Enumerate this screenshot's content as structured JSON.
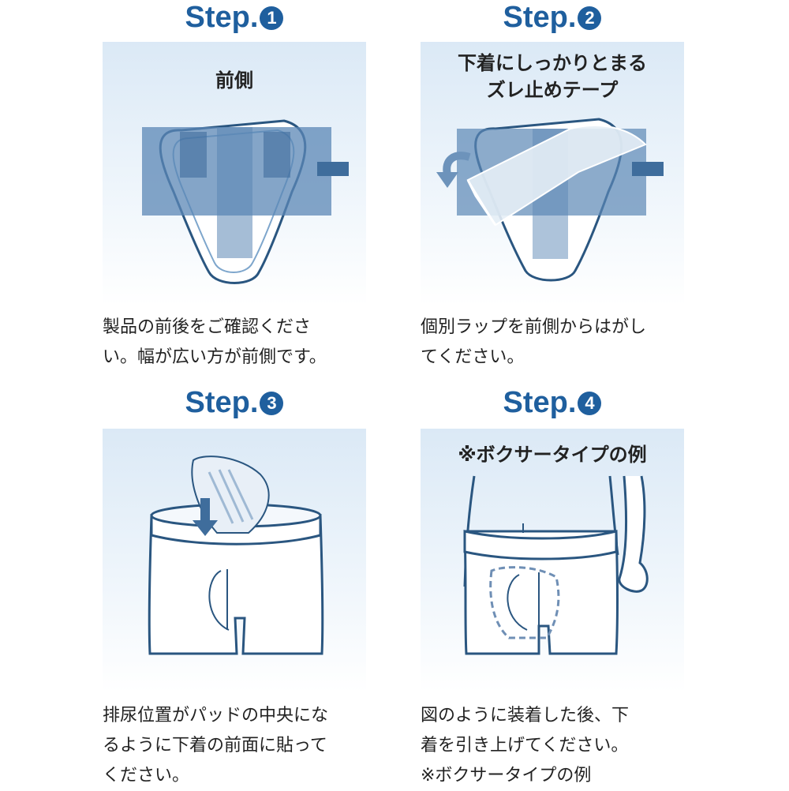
{
  "steps": [
    {
      "title": "Step.",
      "number": "1",
      "panel_label": "前側",
      "caption": [
        "製品の前後をご確認くださ",
        "い。幅が広い方が前側です。"
      ]
    },
    {
      "title": "Step.",
      "number": "2",
      "panel_label": [
        "下着にしっかりとまる",
        "ズレ止めテープ"
      ],
      "caption": [
        "個別ラップを前側からはがし",
        "てください。"
      ]
    },
    {
      "title": "Step.",
      "number": "3",
      "caption": [
        "排尿位置がパッドの中央にな",
        "るように下着の前面に貼って",
        "ください。"
      ]
    },
    {
      "title": "Step.",
      "number": "4",
      "panel_label": "※ボクサータイプの例",
      "caption": [
        "図のように装着した後、下",
        "着を引き上げてください。",
        "※ボクサータイプの例"
      ]
    }
  ],
  "colors": {
    "accent": "#1f5f9e",
    "panel_bg": "#dbe9f6",
    "tape": "#5b87b5",
    "line": "#2a5680"
  }
}
